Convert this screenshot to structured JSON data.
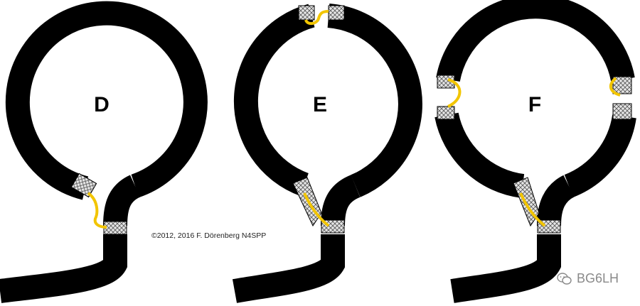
{
  "diagrams": [
    {
      "label": "D",
      "gap_positions": [
        "bottom"
      ]
    },
    {
      "label": "E",
      "gap_positions": [
        "bottom",
        "top"
      ]
    },
    {
      "label": "F",
      "gap_positions": [
        "bottom",
        "left",
        "right"
      ]
    }
  ],
  "copyright": "©2012, 2016 F. Dörenberg  N4SPP",
  "watermark": "BG6LH",
  "colors": {
    "coax": "#000000",
    "conductor": "#f2c500",
    "shield_braid": "#cfcfcf",
    "background": "#ffffff"
  }
}
